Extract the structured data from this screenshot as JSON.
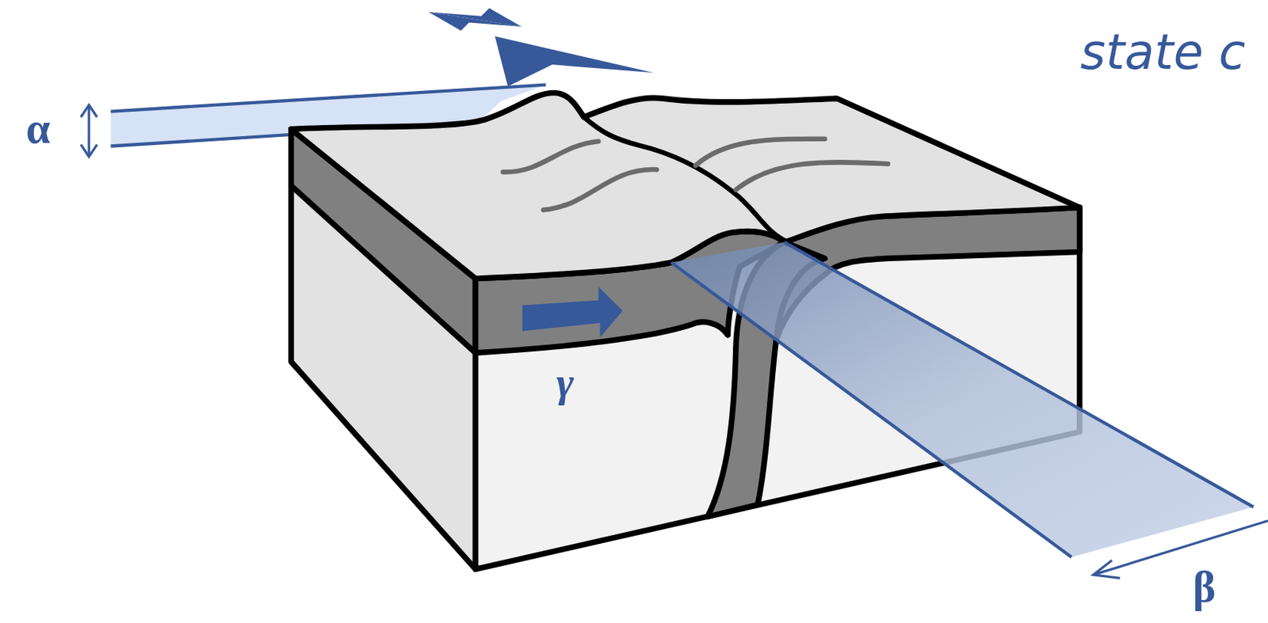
{
  "diagram": {
    "labels": [
      "α",
      "β",
      "γ",
      "state c"
    ]
  }
}
